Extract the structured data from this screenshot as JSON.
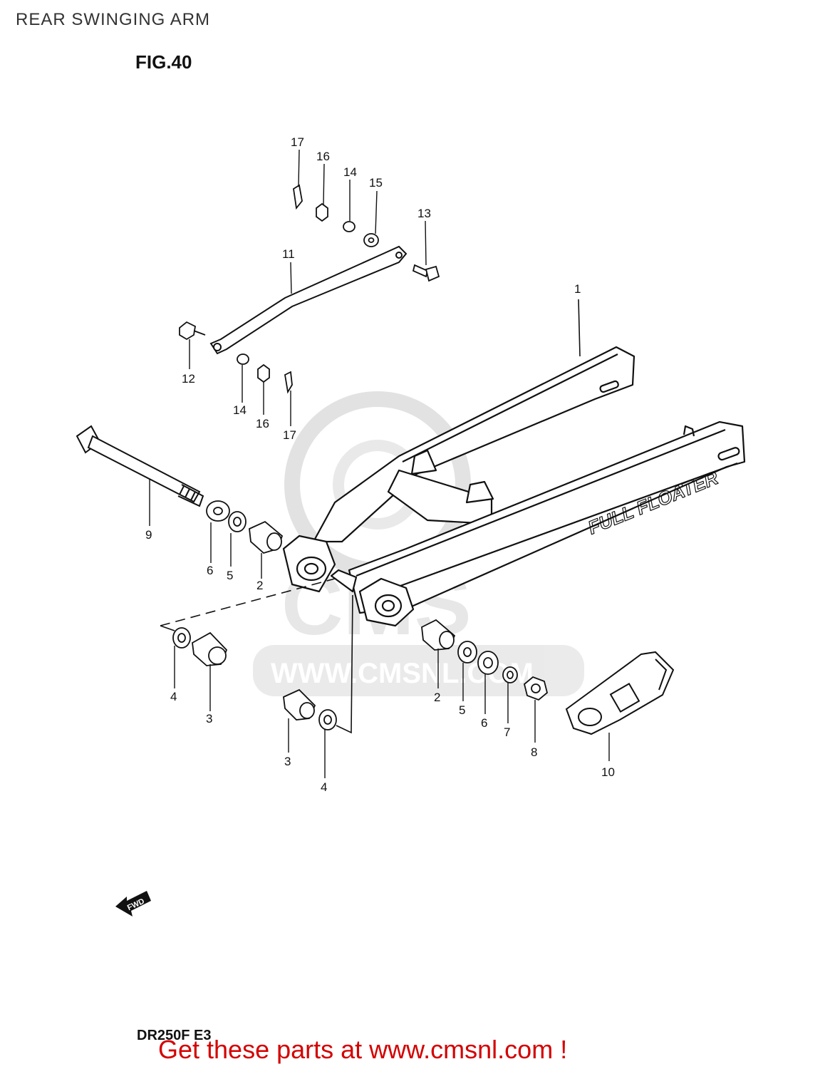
{
  "page": {
    "title": "REAR SWINGING ARM",
    "figure": "FIG.40",
    "model_code": "DR250F  E3",
    "cta": "Get these parts at www.cmsnl.com !"
  },
  "watermark": {
    "logo_text": "CMS",
    "url": "WWW.CMSNL.COM"
  },
  "swingarm_branding": "FULL FLOATER",
  "fwd_arrow_label": "FWD",
  "callouts": {
    "c1": "1",
    "c2a": "2",
    "c2b": "2",
    "c3a": "3",
    "c3b": "3",
    "c4a": "4",
    "c4b": "4",
    "c5a": "5",
    "c5b": "5",
    "c6a": "6",
    "c6b": "6",
    "c7": "7",
    "c8": "8",
    "c9": "9",
    "c10": "10",
    "c11": "11",
    "c12": "12",
    "c13": "13",
    "c14a": "14",
    "c14b": "14",
    "c15": "15",
    "c16a": "16",
    "c16b": "16",
    "c17a": "17",
    "c17b": "17"
  }
}
